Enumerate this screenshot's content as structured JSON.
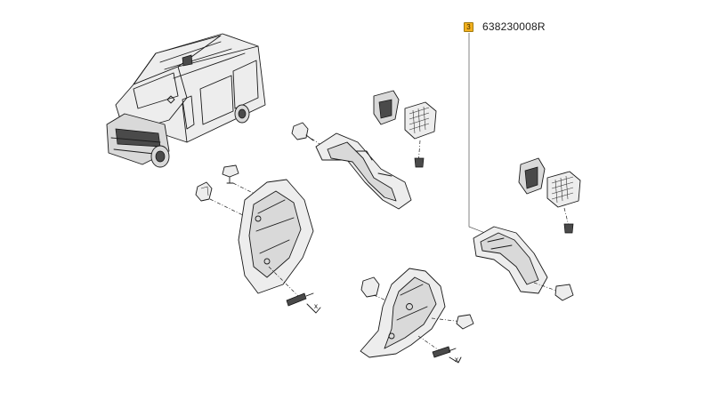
{
  "callout": {
    "index": "3",
    "part_number": "638230008R",
    "badge_color": "#f2b01e"
  },
  "markers": {
    "cross": "x"
  }
}
